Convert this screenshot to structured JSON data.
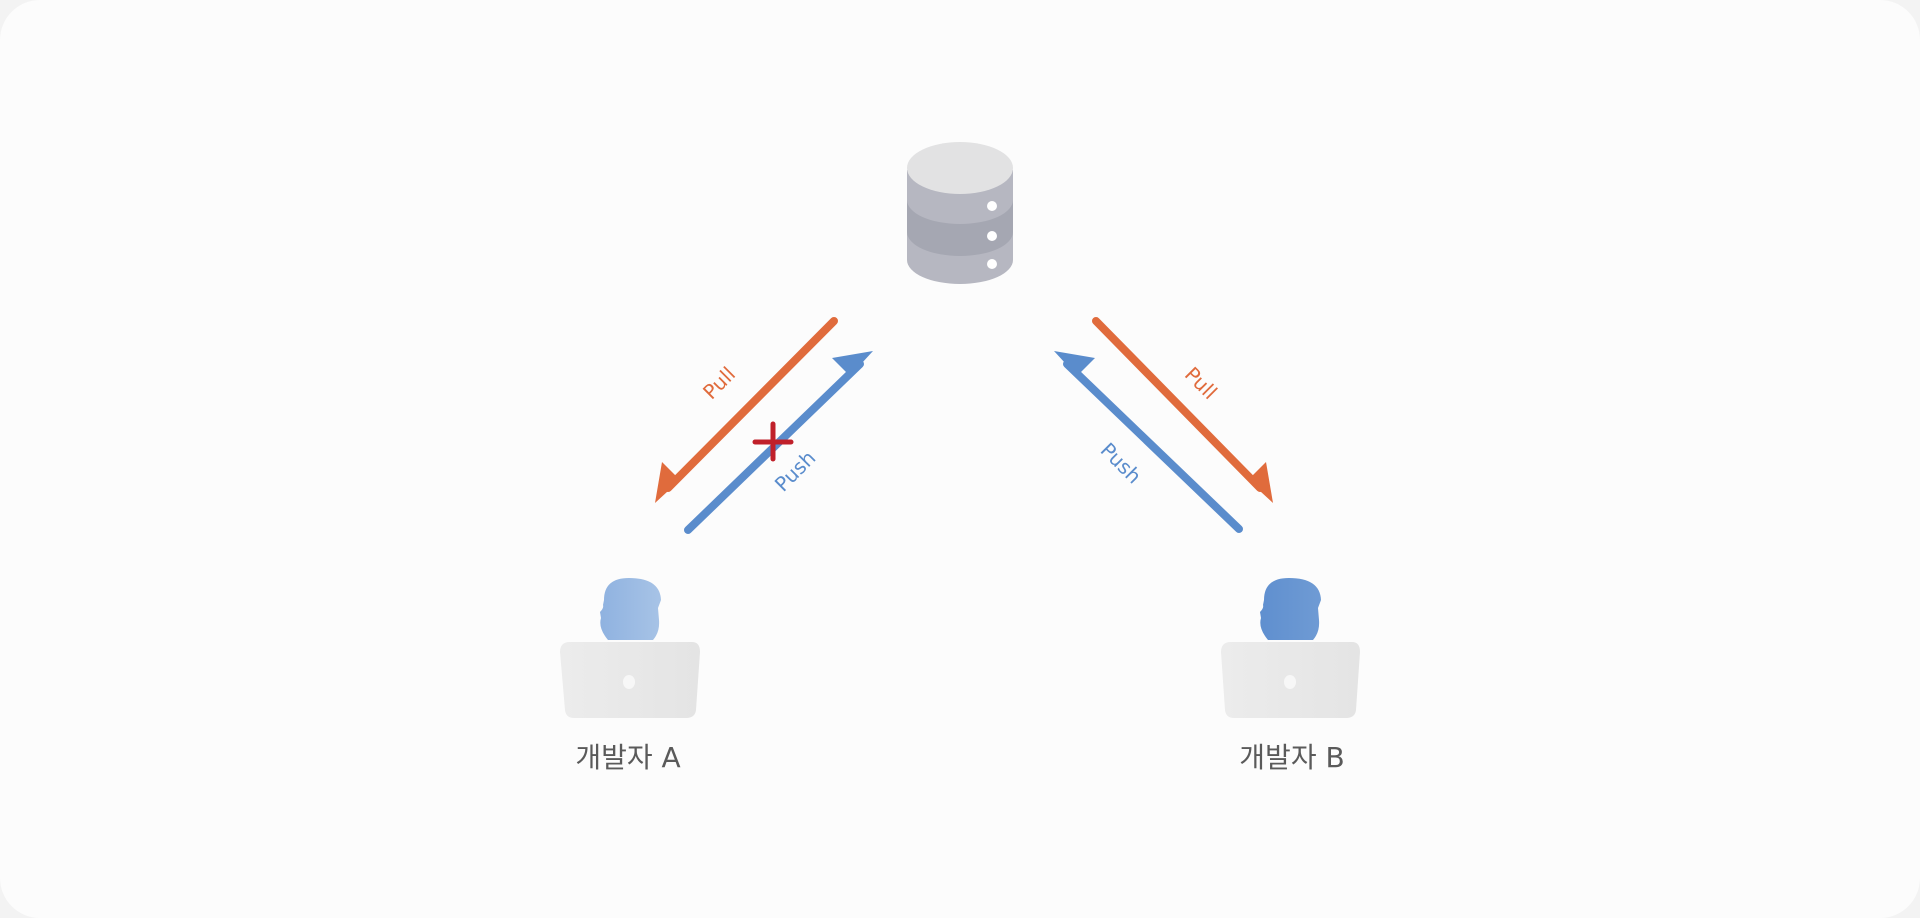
{
  "diagram": {
    "server": {
      "icon": "database-icon"
    },
    "arrows": {
      "left_pull": "Pull",
      "left_push": "Push",
      "right_pull": "Pull",
      "right_push": "Push"
    },
    "blocked_marker": {
      "icon": "red-cross-icon",
      "meaning": "blocked"
    },
    "developers": [
      {
        "label": "개발자 A",
        "icon": "developer-laptop-icon"
      },
      {
        "label": "개발자 B",
        "icon": "developer-laptop-icon"
      }
    ],
    "colors": {
      "pull": "#e06b3c",
      "push": "#5a8ccc",
      "cross": "#c0202a",
      "server": "#b4b5bf"
    }
  }
}
